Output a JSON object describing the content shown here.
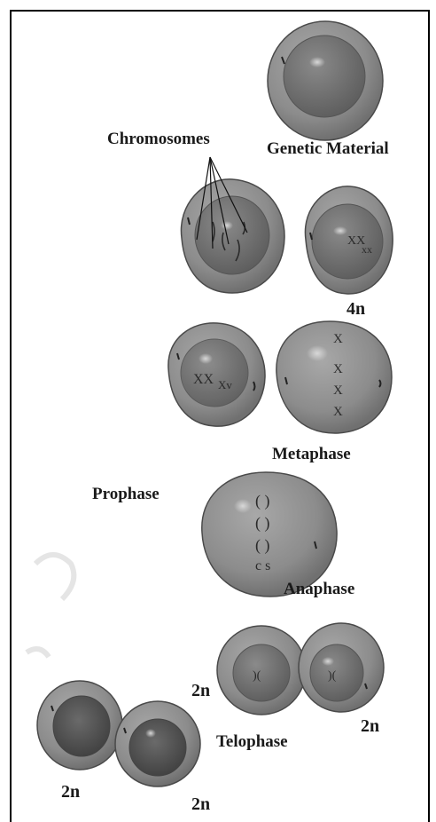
{
  "labels": {
    "chromosomes": "Chromosomes",
    "genetic_material": "Genetic Material",
    "four_n": "4n",
    "metaphase": "Metaphase",
    "prophase": "Prophase",
    "anaphase": "Anaphase",
    "telophase": "Telophase",
    "two_n_a": "2n",
    "two_n_b": "2n",
    "two_n_c": "2n",
    "two_n_d": "2n"
  },
  "colors": {
    "cytoplasm": "#8a8a8a",
    "nucleus": "#6e6e6e",
    "outline": "#3a3a3a",
    "chromosome": "#2a2a2a"
  }
}
